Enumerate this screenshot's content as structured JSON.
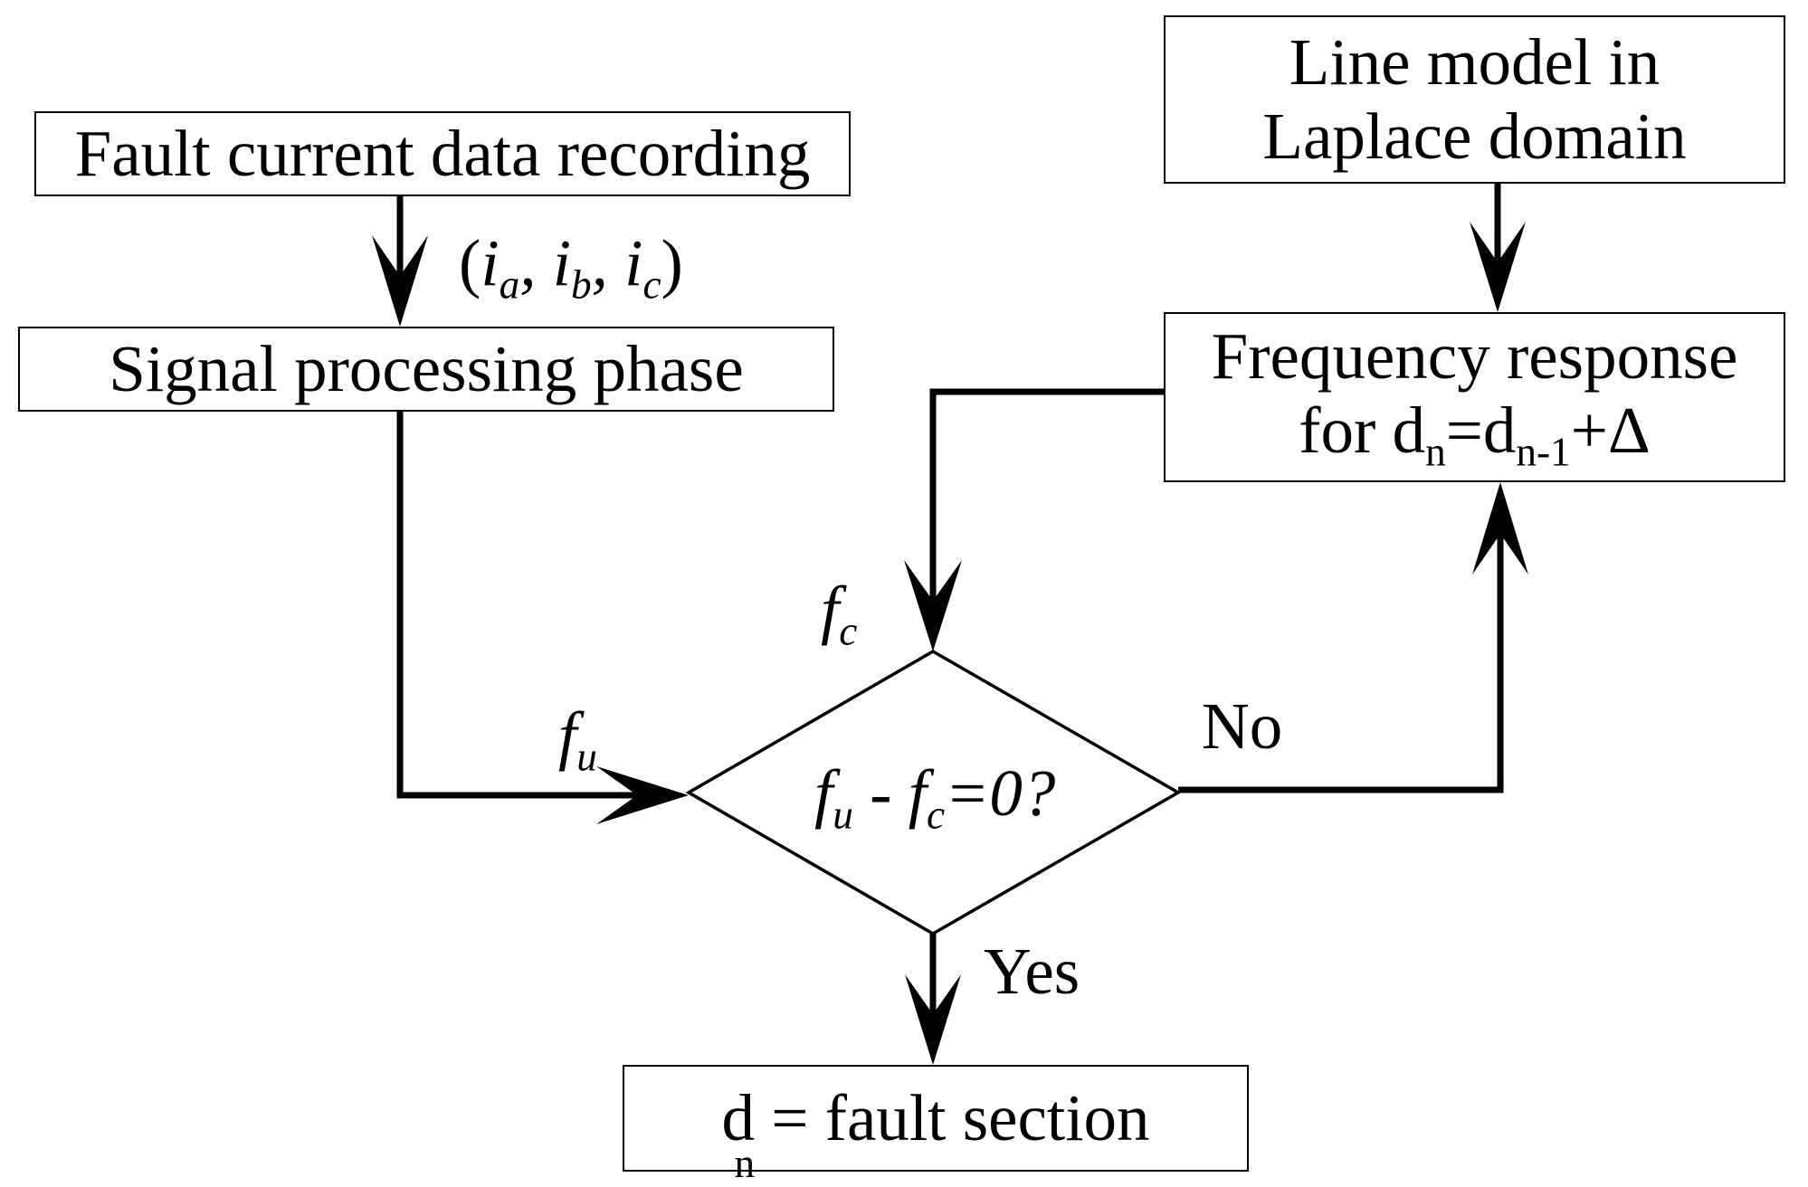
{
  "boxes": {
    "fault_recording": "Fault current data recording",
    "signal_processing": "Signal processing phase",
    "line_model": [
      "Line model in",
      "Laplace domain"
    ],
    "frequency_response": {
      "line1": "Frequency response",
      "line2_prefix": "for d",
      "line2_sub1": "n",
      "line2_eq": "=d",
      "line2_sub2": "n-1",
      "line2_suffix": "+Δ"
    },
    "result": {
      "var": "d",
      "sub": "n",
      "text": " = fault section"
    }
  },
  "decision": {
    "f1": "f",
    "f1_sub": "u",
    "minus": " - ",
    "f2": "f",
    "f2_sub": "c",
    "tail": "=0?"
  },
  "labels": {
    "currents": {
      "open": "(",
      "i": "i",
      "a": "a",
      "sep1": ", ",
      "b": "b",
      "sep2": ", ",
      "c": "c",
      "close": ")"
    },
    "fc": {
      "f": "f",
      "sub": "c"
    },
    "fu": {
      "f": "f",
      "sub": "u"
    },
    "no": "No",
    "yes": "Yes"
  }
}
